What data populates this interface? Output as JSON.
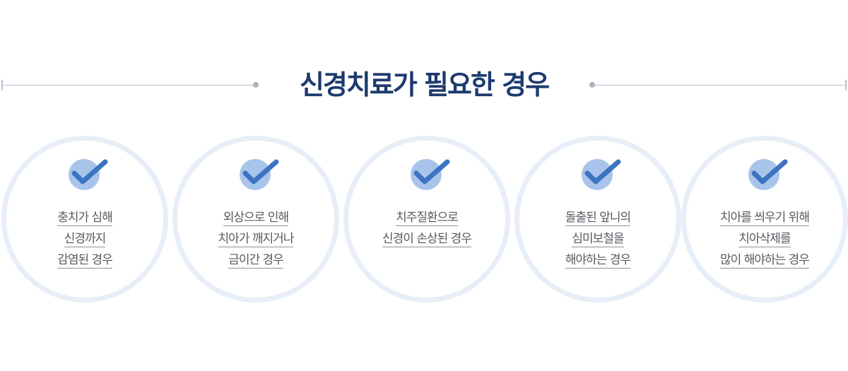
{
  "heading": {
    "title": "신경치료가 필요한 경우"
  },
  "cases": [
    {
      "lines": [
        "충치가 심해",
        "신경까지",
        "감염된 경우"
      ]
    },
    {
      "lines": [
        "외상으로 인해",
        "치아가 깨지거나",
        "금이간 경우"
      ]
    },
    {
      "lines": [
        "치주질환으로",
        "신경이 손상된 경우"
      ]
    },
    {
      "lines": [
        "돌출된 앞니의",
        "심미보철을",
        "해야하는 경우"
      ]
    },
    {
      "lines": [
        "치아를 씌우기 위해",
        "치아삭제를",
        "많이 해야하는 경우"
      ]
    }
  ],
  "icons": {
    "check": "check-circle-icon"
  },
  "colors": {
    "title": "#1d3a6e",
    "ring": "#e7eef8",
    "check_circle": "#a9c4ea",
    "check_mark": "#3d74c2"
  }
}
